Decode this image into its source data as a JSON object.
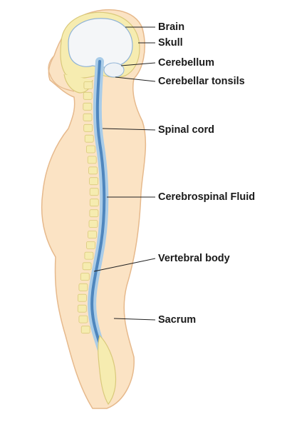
{
  "labels": {
    "brain": "Brain",
    "skull": "Skull",
    "cerebellum": "Cerebellum",
    "cerebellar_tonsils": "Cerebellar tonsils",
    "spinal_cord": "Spinal cord",
    "csf": "Cerebrospinal Fluid",
    "vertebral_body": "Vertebral body",
    "sacrum": "Sacrum"
  },
  "colors": {
    "skin": "#fbe3c4",
    "skin_outline": "#e6b98c",
    "bone": "#f6ecb0",
    "bone_outline": "#d9c97a",
    "csf": "#a9cce8",
    "cord": "#4f86bd",
    "brain": "#f4f6f8",
    "leader": "#222222"
  }
}
